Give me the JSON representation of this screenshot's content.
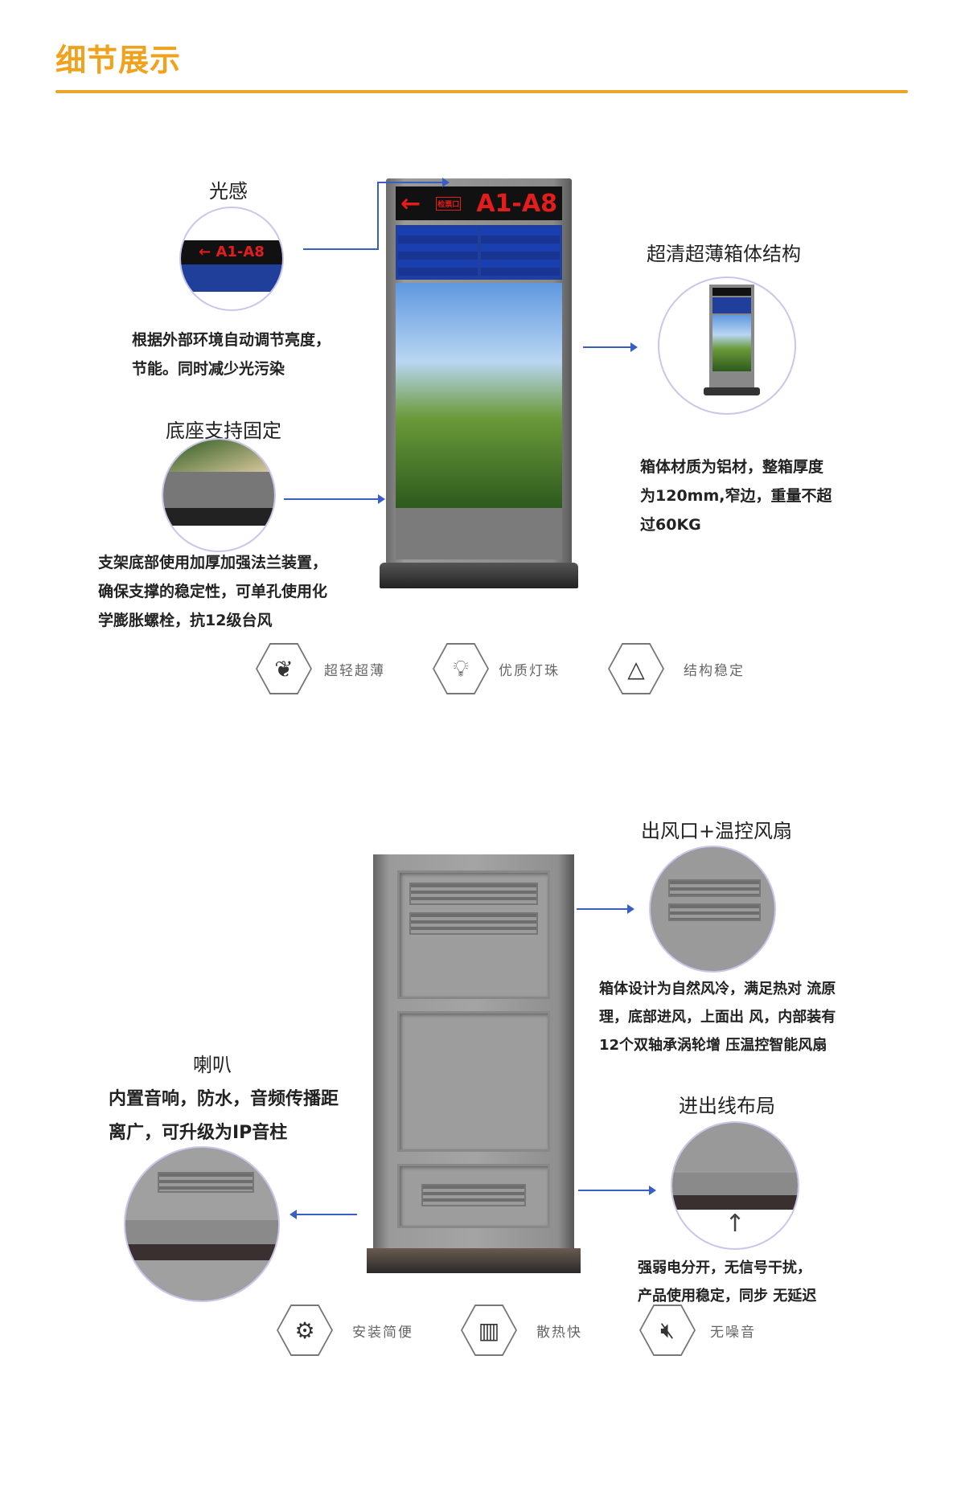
{
  "header": {
    "title": "细节展示",
    "accent_color": "#f0a21c"
  },
  "section1": {
    "kiosk_sign": {
      "arrow": "←",
      "gate_label": "检票口",
      "range": "A1-A8"
    },
    "light_sensor": {
      "title": "光感",
      "desc": [
        "根据外部环境自动调节亮度，",
        "节能。同时减少光污染"
      ]
    },
    "base": {
      "title": "底座支持固定",
      "desc": [
        "支架底部使用加厚加强法兰装置，",
        "确保支撑的稳定性，可单孔使用化",
        "学膨胀螺栓，抗12级台风"
      ]
    },
    "cabinet": {
      "title": "超清超薄箱体结构",
      "desc": [
        "箱体材质为铝材，整箱厚度",
        "为120mm,窄边，重量不超",
        "过60KG"
      ]
    },
    "features": [
      {
        "icon": "feather-icon",
        "label": "超轻超薄"
      },
      {
        "icon": "lightbulb-icon",
        "label": "优质灯珠"
      },
      {
        "icon": "triangle-icon",
        "label": "结构稳定"
      }
    ]
  },
  "section2": {
    "vent": {
      "title": "出风口+温控风扇",
      "desc": [
        "箱体设计为自然风冷，满足热对 流原",
        "理，底部进风，上面出 风，内部装有",
        "12个双轴承涡轮增 压温控智能风扇"
      ]
    },
    "speaker": {
      "title": "喇叭",
      "desc": [
        "内置音响，防水，音频传播距",
        "离广，可升级为IP音柱"
      ]
    },
    "wiring": {
      "title": "进出线布局",
      "desc": [
        "强弱电分开，无信号干扰，",
        "产品使用稳定，同步 无延迟"
      ]
    },
    "features": [
      {
        "icon": "gear-hand-icon",
        "label": "安装简便"
      },
      {
        "icon": "heater-icon",
        "label": "散热快"
      },
      {
        "icon": "mute-speaker-icon",
        "label": "无噪音"
      }
    ]
  }
}
